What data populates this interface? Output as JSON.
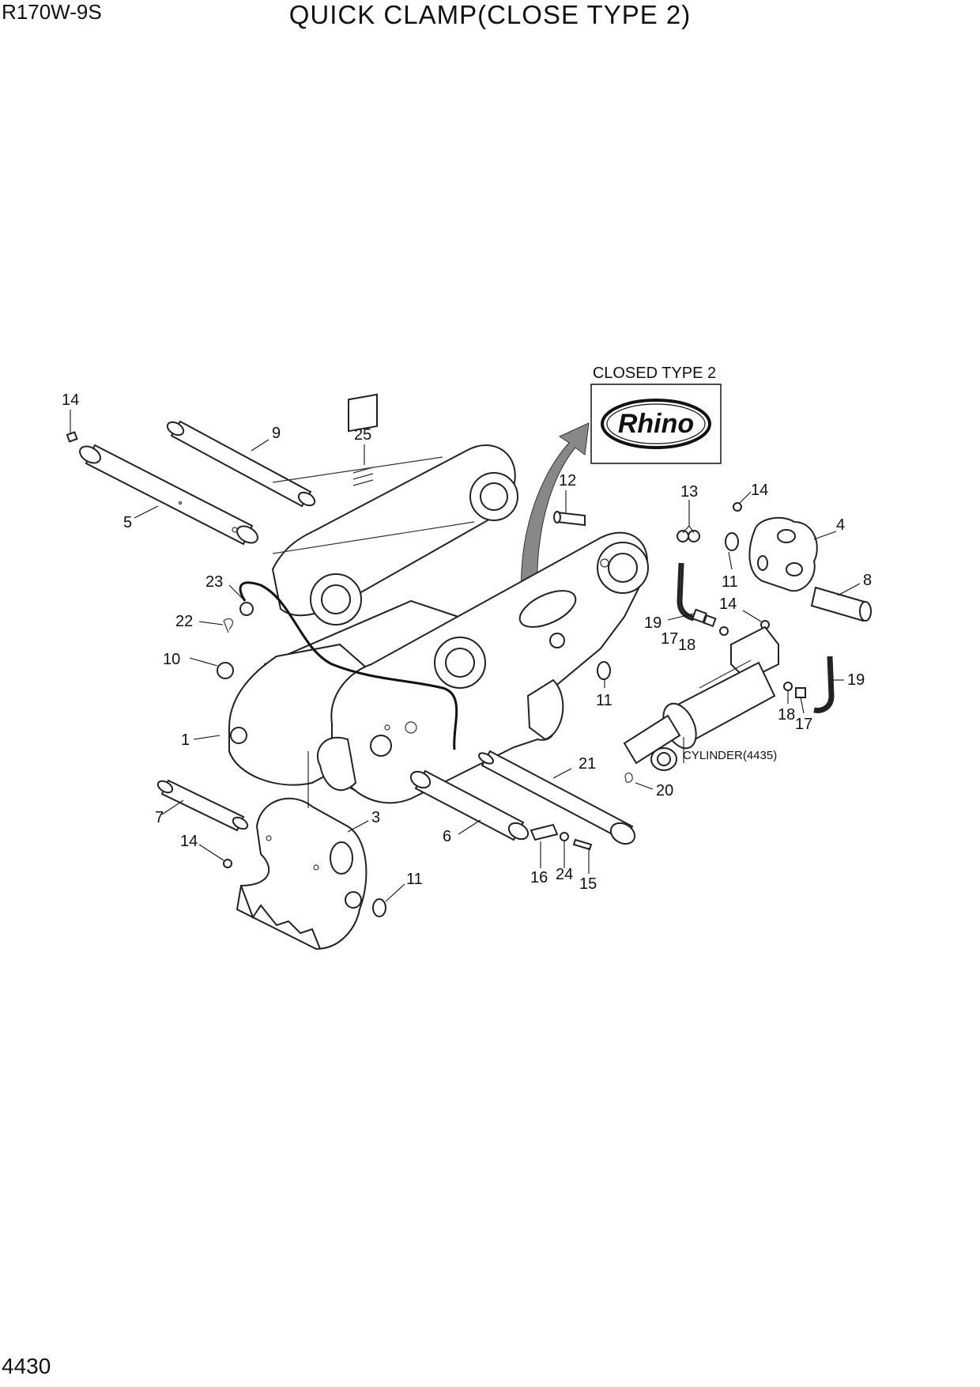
{
  "header": {
    "model": "R170W-9S",
    "title": "QUICK CLAMP(CLOSE TYPE 2)"
  },
  "footer": {
    "page_number": "4430"
  },
  "inset": {
    "label": "CLOSED TYPE 2",
    "logo_text": "Rhino"
  },
  "reference_note": "CYLINDER(4435)",
  "callouts": {
    "c14a": "14",
    "c9": "9",
    "c25": "25",
    "c5": "5",
    "c12": "12",
    "c13": "13",
    "c14b": "14",
    "c4": "4",
    "c11a": "11",
    "c8": "8",
    "c23": "23",
    "c22": "22",
    "c10": "10",
    "c19a": "19",
    "c17a": "17",
    "c18a": "18",
    "c14c": "14",
    "c11b": "11",
    "c19b": "19",
    "c18b": "18",
    "c17b": "17",
    "c1": "1",
    "c21": "21",
    "c20": "20",
    "c7": "7",
    "c3": "3",
    "c6": "6",
    "c14d": "14",
    "c11c": "11",
    "c16": "16",
    "c24": "24",
    "c15": "15"
  }
}
